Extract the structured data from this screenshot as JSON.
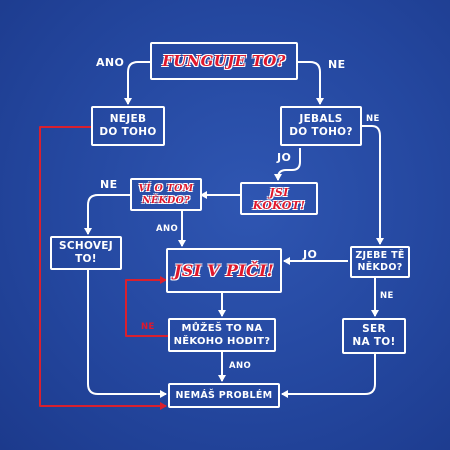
{
  "nodes": {
    "funguje": "FUNGUJE TO?",
    "nejeb": "NEJEB\nDO TOHO",
    "jebals": "JEBALS\nDO TOHO?",
    "vi_o_tom": "VÍ O TOM\nNĚKDO?",
    "jsi_kokot": "JSI\nKOKOT!",
    "schovej": "SCHOVEJ\nTO!",
    "jsi_v_pici": "JSI V PIČI!",
    "zjebe": "ZJEBE TĚ\nNĚKDO?",
    "muzes": "MŮŽEŠ TO NA\nNĚKOHO HODIT?",
    "ser": "SER\nNA TO!",
    "nemas": "NEMÁŠ PROBLÉM"
  },
  "labels": {
    "ano_top": "ANO",
    "ne_top": "NE",
    "ne_jebals": "NE",
    "jo_jebals": "JO",
    "ne_vi": "NE",
    "ano_vi": "ANO",
    "jo_zjebe": "JO",
    "ne_zjebe": "NE",
    "ne_muzes": "NE",
    "ano_muzes": "ANO"
  },
  "colors": {
    "line": "#ffffff",
    "red_line": "#d9202e",
    "red_text": "#e0182c",
    "background": "#24479f"
  }
}
